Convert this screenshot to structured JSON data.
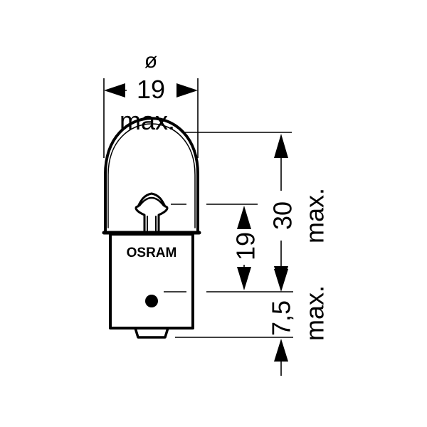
{
  "diagram": {
    "colors": {
      "ink": "#000000",
      "background": "#ffffff"
    },
    "brand": "OSRAM",
    "dimensions": {
      "diameter": {
        "symbol": "ø",
        "value": "19",
        "qualifier": "max."
      },
      "overall_length": {
        "value": "30",
        "qualifier": "max."
      },
      "light_center": {
        "value": "19"
      },
      "base_pin": {
        "value": "7,5",
        "qualifier": "max."
      }
    }
  }
}
